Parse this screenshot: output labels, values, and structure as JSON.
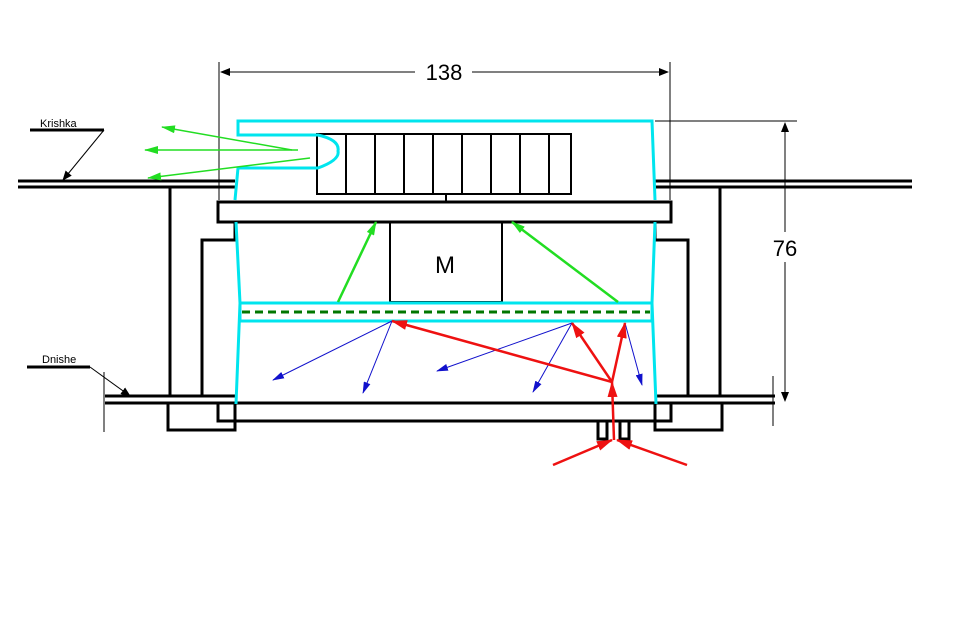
{
  "dimensions": {
    "width_label": "138",
    "height_label": "76"
  },
  "labels": {
    "lid": "Krishka",
    "bottom": "Dnishe",
    "motor": "M"
  },
  "colors": {
    "outline": "#000000",
    "housing": "#00e5ee",
    "outflow": "#22dd22",
    "inflow": "#ee1111",
    "scatter": "#1111cc",
    "filter": "#007700"
  }
}
